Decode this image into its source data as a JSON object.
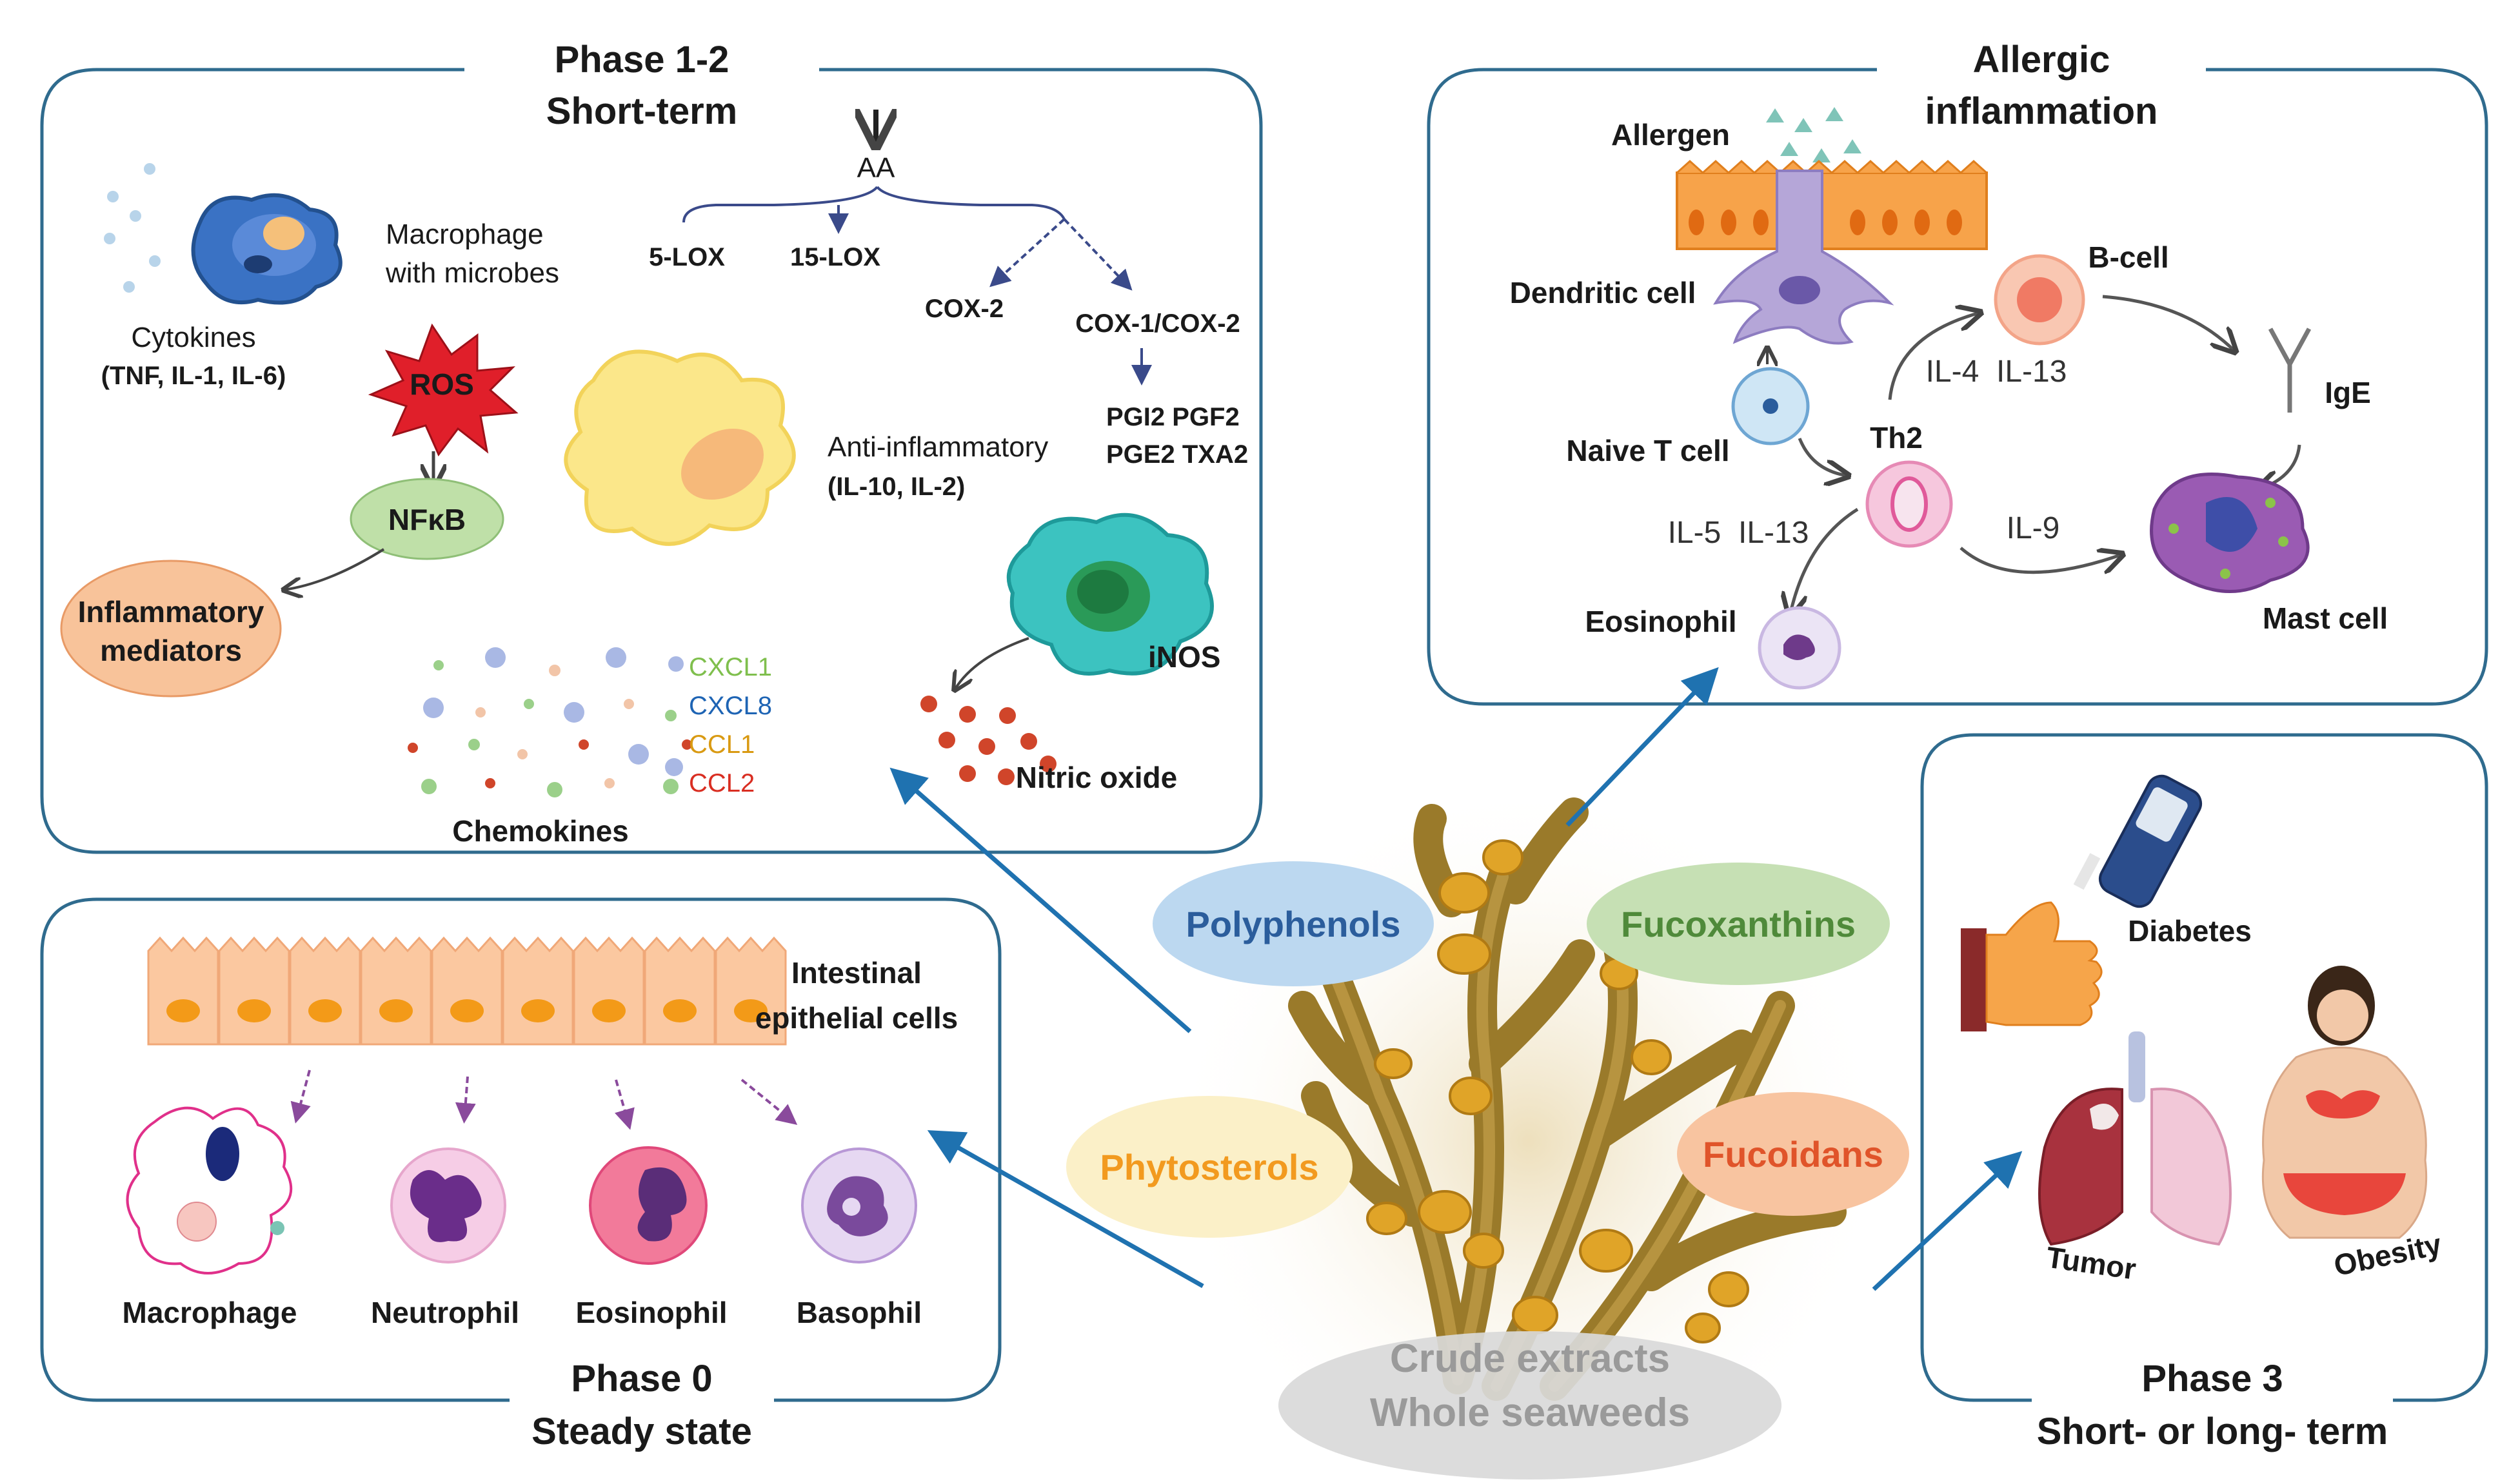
{
  "colors": {
    "frame": "#2f6b8e",
    "arrow_blue": "#1f72b0",
    "arrow_purple": "#8a4a9c",
    "orange_text": "#f29a1f",
    "cxcl1": "#7fbf4d",
    "cxcl8": "#1e64b4",
    "ccl1": "#d99a12",
    "ccl2": "#d92e22"
  },
  "phase12": {
    "title_line1": "Phase 1-2",
    "title_line2": "Short-term",
    "aa": "AA",
    "lox5": "5-LOX",
    "lox15": "15-LOX",
    "cox2": "COX-2",
    "cox12": "COX-1/COX-2",
    "pg_line1": "PGI2 PGF2",
    "pg_line2": "PGE2 TXA2",
    "macrophage_line1": "Macrophage",
    "macrophage_line2": "with microbes",
    "cytokines_line1": "Cytokines",
    "cytokines_line2": "(TNF, IL-1, IL-6)",
    "ros": "ROS",
    "nfkb": "NFκB",
    "mediators_line1": "Inflammatory",
    "mediators_line2": "mediators",
    "anti_line1": "Anti-inflammatory",
    "anti_line2": "(IL-10, IL-2)",
    "inos": "iNOS",
    "nitric": "Nitric oxide",
    "chemokines": "Chemokines",
    "cxcl1": "CXCL1",
    "cxcl8": "CXCL8",
    "ccl1": "CCL1",
    "ccl2": "CCL2"
  },
  "allergic": {
    "title_line1": "Allergic",
    "title_line2": "inflammation",
    "allergen": "Allergen",
    "dendritic": "Dendritic cell",
    "naive": "Naive T cell",
    "th2": "Th2",
    "bcell": "B-cell",
    "il4": "IL-4  IL-13",
    "il5": "IL-5  IL-13",
    "il9": "IL-9",
    "ige": "IgE",
    "eosinophil": "Eosinophil",
    "mast": "Mast cell"
  },
  "phase0": {
    "title_line1": "Phase 0",
    "title_line2": "Steady state",
    "epi_line1": "Intestinal",
    "epi_line2": "epithelial cells",
    "macrophage": "Macrophage",
    "neutrophil": "Neutrophil",
    "eosinophil": "Eosinophil",
    "basophil": "Basophil"
  },
  "phase3": {
    "title_line1": "Phase 3",
    "title_line2": "Short- or long- term",
    "diabetes": "Diabetes",
    "tumor": "Tumor",
    "obesity": "Obesity"
  },
  "seaweed": {
    "polyphenols": "Polyphenols",
    "fucoxanthins": "Fucoxanthins",
    "phytosterols": "Phytosterols",
    "fucoidans": "Fucoidans",
    "crude_line1": "Crude extracts",
    "crude_line2": "Whole seaweeds"
  }
}
